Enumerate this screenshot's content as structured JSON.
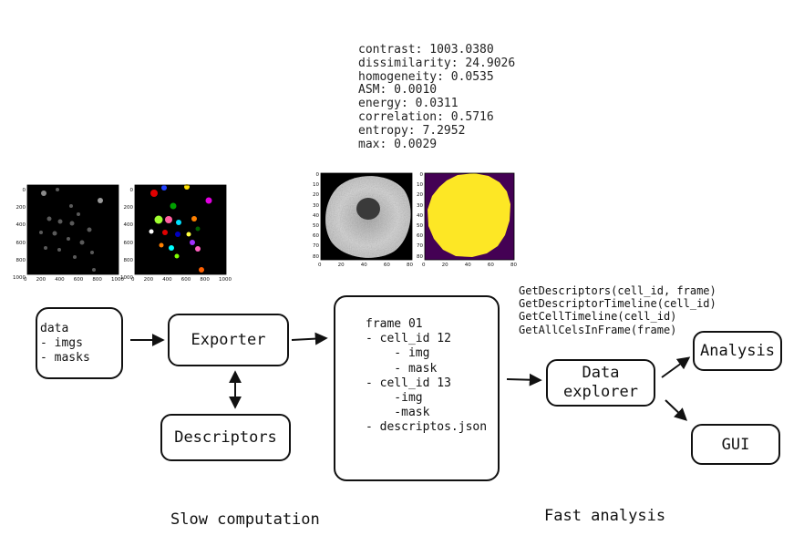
{
  "descriptor_stats": [
    "contrast: 1003.0380",
    "dissimilarity: 24.9026",
    "homogeneity: 0.0535",
    "ASM: 0.0010",
    "energy: 0.0311",
    "correlation: 0.5716",
    "entropy: 7.2952",
    "max: 0.0029"
  ],
  "frame_plots": {
    "y_ticks": [
      "0",
      "200",
      "400",
      "600",
      "800",
      "1000"
    ],
    "x_ticks": [
      "0",
      "200",
      "400",
      "600",
      "800",
      "1000"
    ]
  },
  "cell_plots": {
    "y_ticks": [
      "0",
      "10",
      "20",
      "30",
      "40",
      "50",
      "60",
      "70",
      "80"
    ],
    "x_ticks": [
      "0",
      "20",
      "40",
      "60",
      "80"
    ]
  },
  "data_box": {
    "items": [
      "data",
      "- imgs",
      "- masks"
    ]
  },
  "exporter_box": {
    "label": "Exporter"
  },
  "descriptors_box": {
    "label": "Descriptors"
  },
  "frame_box": {
    "lines": [
      "frame 01",
      "- cell_id 12",
      "    - img",
      "    - mask",
      "- cell_id 13",
      "    -img",
      "    -mask",
      "- descriptos.json"
    ]
  },
  "api_methods": [
    "GetDescriptors(cell_id, frame)",
    "GetDescriptorTimeline(cell_id)",
    "GetCellTimeline(cell_id)",
    "GetAllCelsInFrame(frame)"
  ],
  "data_explorer_box": {
    "label_line1": "Data",
    "label_line2": "explorer"
  },
  "analysis_box": {
    "label": "Analysis"
  },
  "gui_box": {
    "label": "GUI"
  },
  "captions": {
    "slow": "Slow computation",
    "fast": "Fast analysis"
  },
  "colors": {
    "stroke": "#111111",
    "mask_yellow": "#fde725",
    "mask_purple": "#440154"
  }
}
